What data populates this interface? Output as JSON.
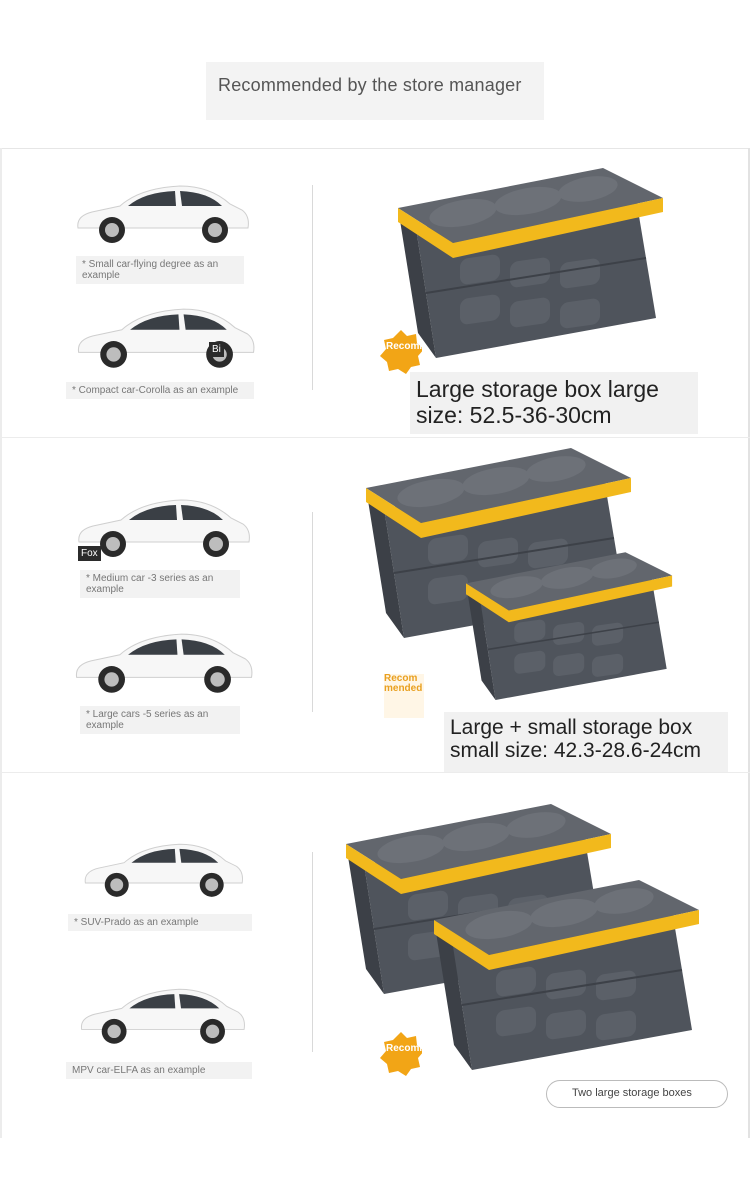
{
  "header": {
    "title": "Recommended by the store manager"
  },
  "colors": {
    "box_body": "#4a4f57",
    "box_lid": "#5e6269",
    "box_band": "#f2b91c",
    "badge": "#f2a516",
    "car": "#ffffff"
  },
  "sections": [
    {
      "cars": [
        {
          "caption": "* Small car-flying degree as an example",
          "icon": "hatchback-car-icon"
        },
        {
          "caption": "* Compact car-Corolla as an example",
          "icon": "sedan-car-icon",
          "tag": "Bi"
        }
      ],
      "badge": "Recommended",
      "title": "Large storage box large size: 52.5-36-30cm"
    },
    {
      "cars": [
        {
          "caption": "* Medium car -3 series as an example",
          "icon": "sedan-car-icon",
          "tag": "Fox"
        },
        {
          "caption": "* Large cars -5 series as an example",
          "icon": "luxury-sedan-icon"
        }
      ],
      "badge": "Recommended",
      "title": "Large + small storage box small size: 42.3-28.6-24cm"
    },
    {
      "cars": [
        {
          "caption": "* SUV-Prado as an example",
          "icon": "suv-icon"
        },
        {
          "caption": "MPV car-ELFA as an example",
          "icon": "mpv-van-icon"
        }
      ],
      "badge": "Recommended",
      "title": "Two large storage boxes"
    }
  ]
}
